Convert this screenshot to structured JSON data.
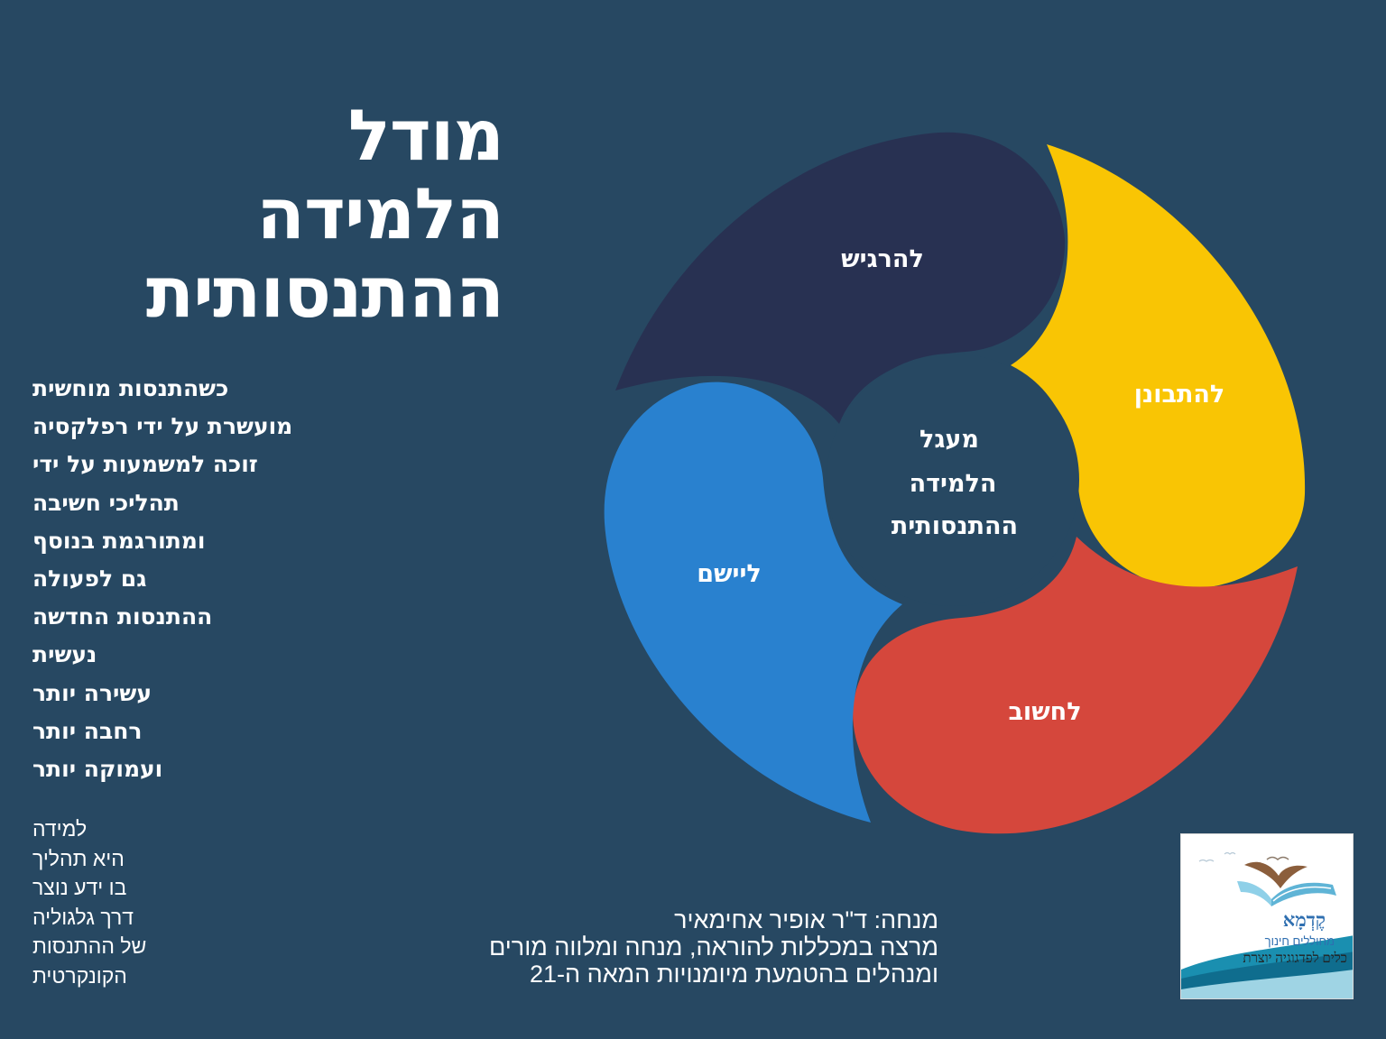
{
  "title_lines": [
    "מודל",
    "הלמידה",
    "ההתנסותית"
  ],
  "body_lines": [
    "כשהתנסות מוחשית",
    "מועשרת על ידי רפלקסיה",
    "זוכה למשמעות על ידי",
    "תהליכי חשיבה",
    "ומתורגמת בנוסף",
    "גם לפעולה",
    "ההתנסות החדשה",
    "נעשית",
    "עשירה יותר",
    "רחבה יותר",
    "ועמוקה יותר"
  ],
  "small_lines": [
    "למידה",
    "היא תהליך",
    "בו ידע נוצר",
    "דרך גלגוליה",
    "של ההתנסות",
    "הקונקרטית"
  ],
  "credit_lines": [
    "מנחה: ד\"ר אופיר אחימאיר",
    "מרצה במכללות להוראה, מנחה ומלווה מורים",
    "ומנהלים בהטמעת מיומנויות המאה ה-21"
  ],
  "cycle": {
    "center_lines": [
      "מעגל",
      "הלמידה",
      "ההתנסותית"
    ],
    "segments": [
      {
        "label": "להרגיש",
        "color": "#283152"
      },
      {
        "label": "להתבונן",
        "color": "#f9c504"
      },
      {
        "label": "לחשוב",
        "color": "#d5473c"
      },
      {
        "label": "ליישם",
        "color": "#2981cf"
      }
    ],
    "center_color": "#274862"
  },
  "logo": {
    "name": "קֶדְמָא",
    "line1": "מחוללים חינוך",
    "line2": "כלים לפדגוגיה יוצרת",
    "accent": "#1a8fb0"
  }
}
